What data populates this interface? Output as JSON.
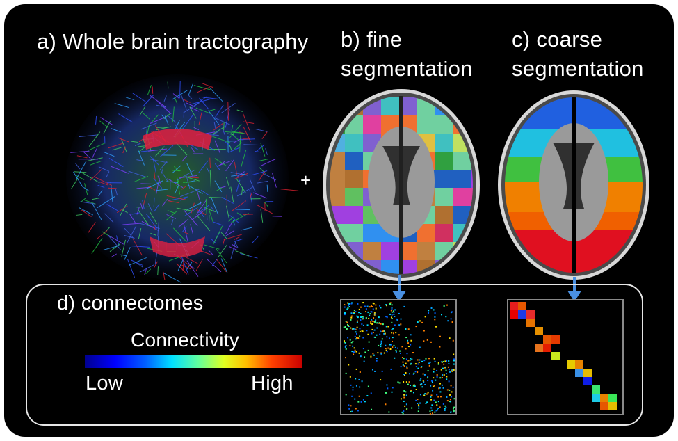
{
  "labels": {
    "a": "a) Whole brain tractography",
    "b_line1": "b) fine",
    "b_line2": "segmentation",
    "c_line1": "c) coarse",
    "c_line2": "segmentation",
    "plus": "+",
    "d": "d) connectomes",
    "colorbar_title": "Connectivity",
    "colorbar_low": "Low",
    "colorbar_high": "High"
  },
  "colors": {
    "background": "#000000",
    "arrow": "#4a90e2",
    "box_border": "#e6e6e6"
  },
  "images": {
    "tractography": "whole-brain-tractography",
    "fine_segmentation": "brain-fine-segmentation",
    "coarse_segmentation": "brain-coarse-segmentation",
    "fine_connectome": "fine-connectome-matrix",
    "coarse_connectome": "coarse-connectome-matrix"
  }
}
